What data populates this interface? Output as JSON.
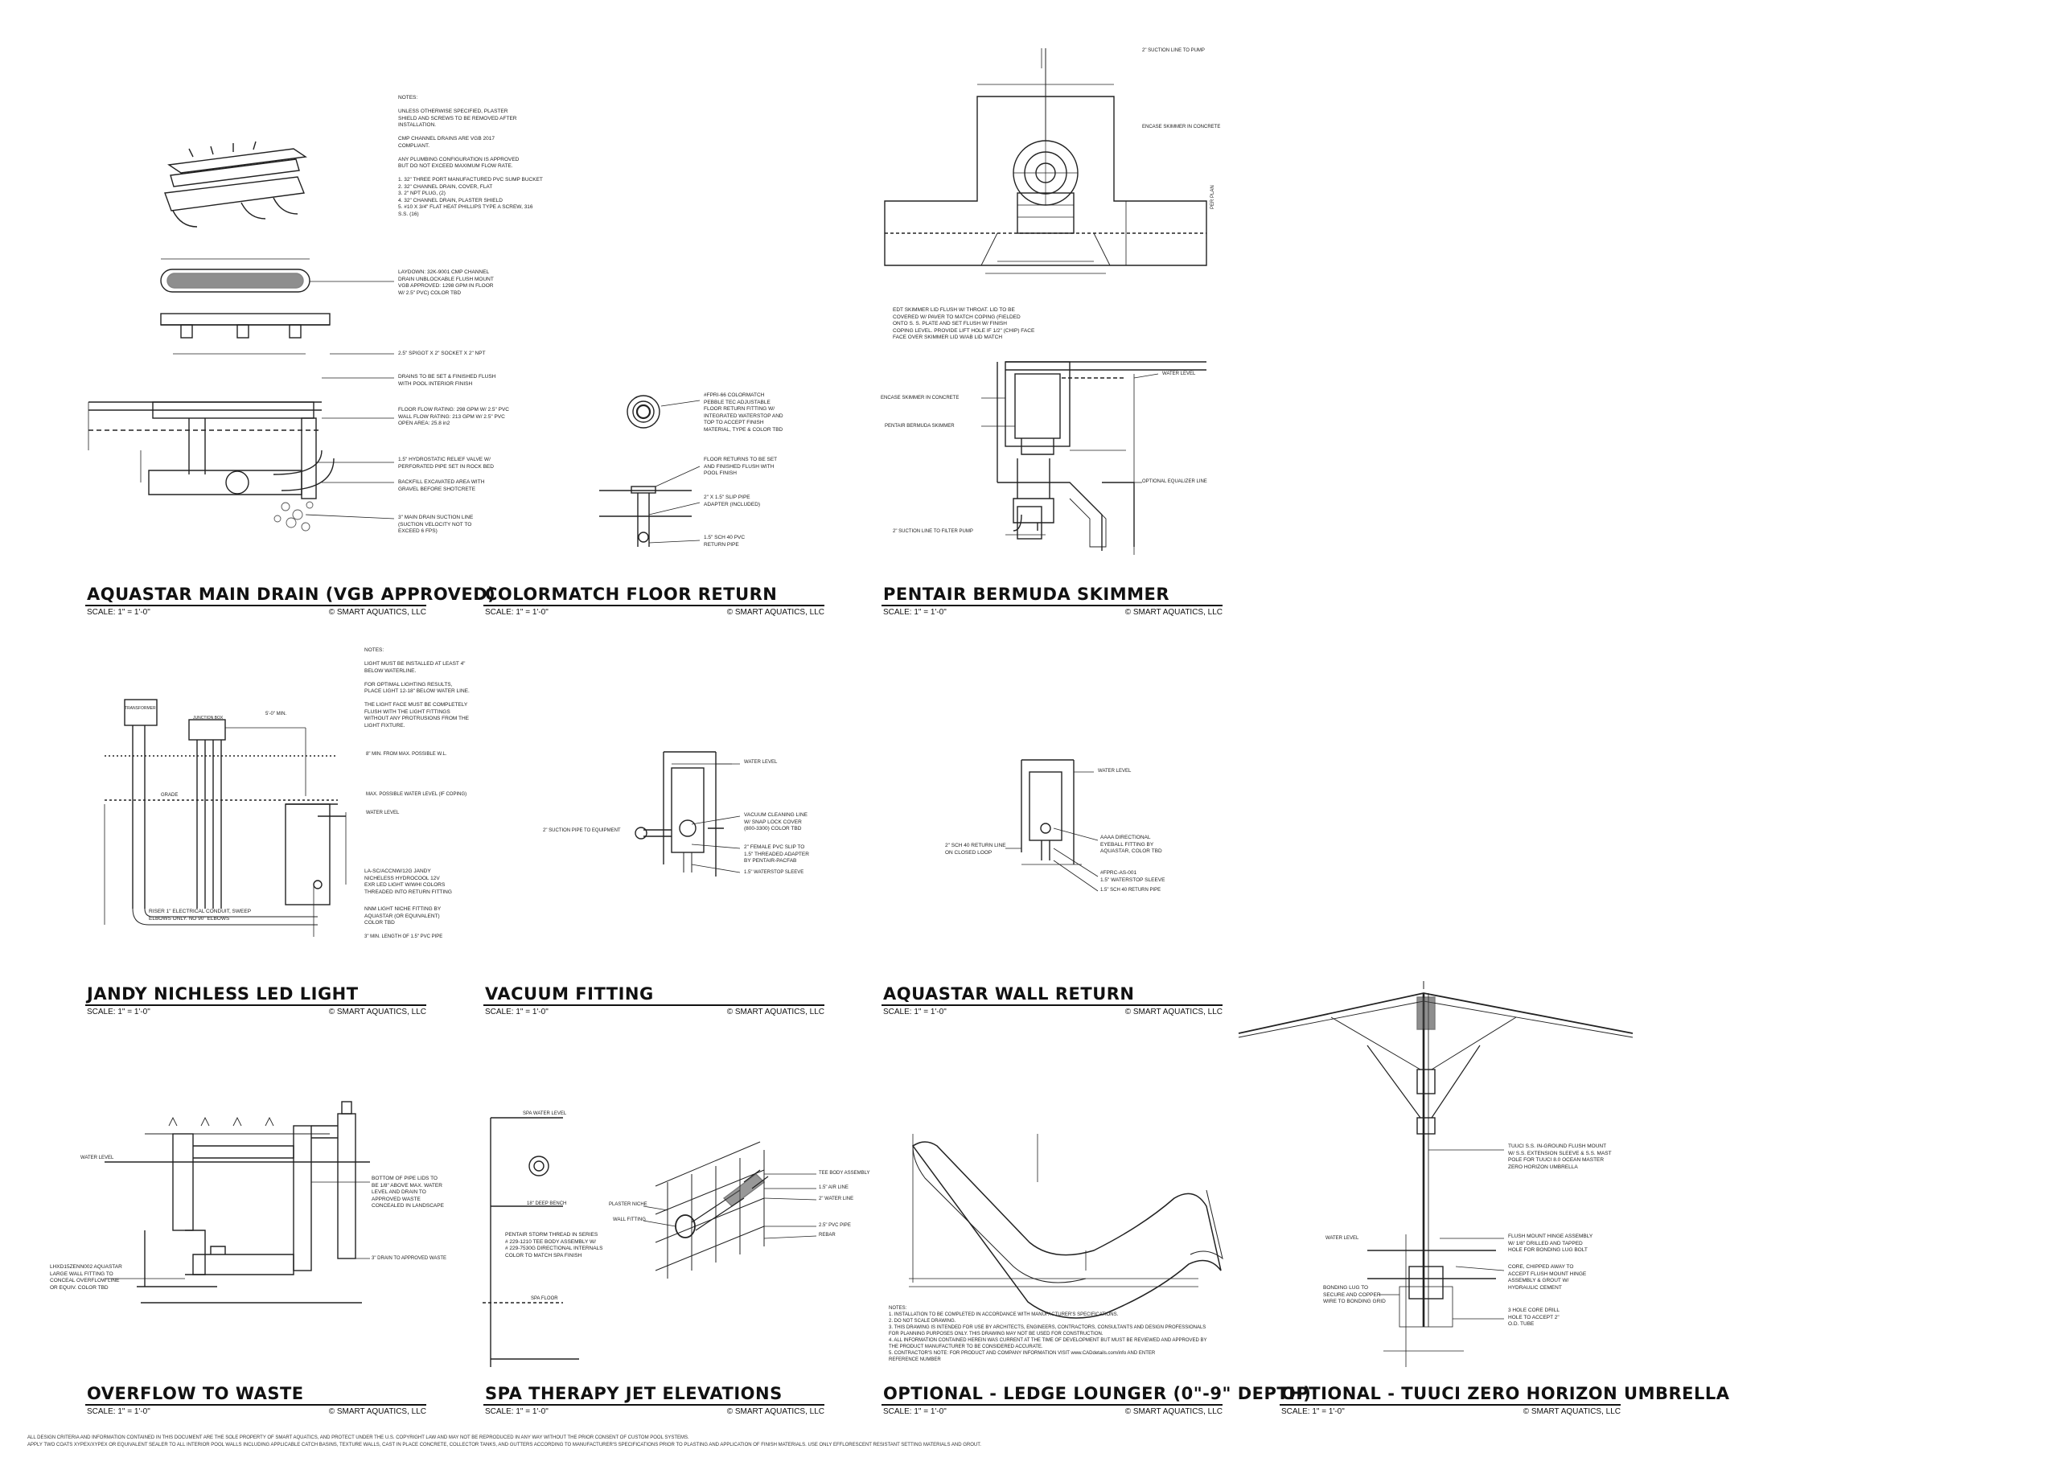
{
  "copyright": "© SMART AQUATICS, LLC",
  "details": [
    {
      "title": "AQUASTAR MAIN DRAIN (VGB APPROVED)",
      "scale": "SCALE: 1\" = 1'-0\""
    },
    {
      "title": "COLORMATCH FLOOR RETURN",
      "scale": "SCALE: 1\" = 1'-0\""
    },
    {
      "title": "PENTAIR BERMUDA SKIMMER",
      "scale": "SCALE: 1\" = 1'-0\""
    },
    {
      "title": "JANDY NICHLESS LED LIGHT",
      "scale": "SCALE: 1\" = 1'-0\""
    },
    {
      "title": "VACUUM FITTING",
      "scale": "SCALE: 1\" = 1'-0\""
    },
    {
      "title": "AQUASTAR WALL RETURN",
      "scale": "SCALE: 1\" = 1'-0\""
    },
    {
      "title": "OVERFLOW TO WASTE",
      "scale": "SCALE: 1\" = 1'-0\""
    },
    {
      "title": "SPA THERAPY JET ELEVATIONS",
      "scale": "SCALE: 1\" = 1'-0\""
    },
    {
      "title": "OPTIONAL - LEDGE LOUNGER (0\"-9\" DEPTH)",
      "scale": "SCALE: 1\" = 1'-0\""
    },
    {
      "title": "OPTIONAL - TUUCI ZERO HORIZON UMBRELLA",
      "scale": "SCALE: 1\" = 1'-0\""
    }
  ],
  "drain_notes": [
    "NOTES:",
    "UNLESS OTHERWISE SPECIFIED, PLASTER",
    "SHIELD AND SCREWS TO BE REMOVED AFTER",
    "INSTALLATION.",
    "CMP CHANNEL DRAINS ARE VGB 2017",
    "COMPLIANT.",
    "ANY PLUMBING CONFIGURATION IS APPROVED",
    "BUT DO NOT EXCEED MAXIMUM FLOW RATE.",
    "1. 32\" THREE PORT MANUFACTURED PVC SUMP BUCKET",
    "2. 32\" CHANNEL DRAIN, COVER, FLAT",
    "3. 2\" NPT PLUG, (2)",
    "4. 32\" CHANNEL DRAIN, PLASTER SHIELD",
    "5. #10 X 3/4\" FLAT HEAT PHILLIPS TYPE A SCREW, 316",
    "S.S. (16)"
  ],
  "drain_labels": [
    "LAYDOWN: 32K-9001 CMP CHANNEL",
    "DRAIN UNBLOCKABLE FLUSH MOUNT",
    "VGB APPROVED: 1298 GPM IN FLOOR",
    "W/ 2.5\" PVC) COLOR TBD",
    "2.5\" SPIGOT X 2\" SOCKET X 2\" NPT",
    "DRAINS TO BE SET & FINISHED FLUSH",
    "WITH POOL INTERIOR FINISH",
    "FLOOR FLOW RATING:  298 GPM W/ 2.5\" PVC",
    "WALL FLOW RATING:   213 GPM W/ 2.5\" PVC",
    "OPEN AREA:          25.8 in2",
    "1.5\" HYDROSTATIC RELIEF VALVE W/",
    "PERFORATED PIPE SET IN ROCK BED",
    "BACKFILL EXCAVATED AREA WITH",
    "GRAVEL BEFORE SHOTCRETE",
    "3\" MAIN DRAIN SUCTION LINE",
    "(SUCTION VELOCITY NOT TO",
    "EXCEED 6 FPS)"
  ],
  "return_labels": [
    "#FPRI-66 COLORMATCH",
    "PEBBLE TEC ADJUSTABLE",
    "FLOOR RETURN FITTING W/",
    "INTEGRATED WATERSTOP AND",
    "TOP TO ACCEPT FINISH",
    "MATERIAL, TYPE & COLOR TBD",
    "FLOOR RETURNS TO BE SET",
    "AND FINISHED FLUSH WITH",
    "POOL FINISH",
    "2\" X 1.5\" SLIP PIPE",
    "ADAPTER (INCLUDED)",
    "1.5\" SCH 40 PVC",
    "RETURN PIPE"
  ],
  "skimmer_labels": [
    "2\" SUCTION LINE TO PUMP",
    "ENCASE SKIMMER IN CONCRETE",
    "PER PLAN",
    "EDT SKIMMER LID FLUSH W/ THROAT. LID TO BE",
    "COVERED W/ PAVER TO MATCH COPING (FIELDED",
    "ONTO S. S. PLATE AND SET FLUSH W/ FINISH",
    "COPING LEVEL. PROVIDE LIFT HOLE IF 1/2\" (CHIP) FACE",
    "FACE OVER SKIMMER LID W/AB LID MATCH",
    "WATER LEVEL",
    "ENCASE SKIMMER IN CONCRETE",
    "PENTAIR BERMUDA SKIMMER",
    "OPTIONAL EQUALIZER LINE",
    "2\" SUCTION LINE TO FILTER PUMP"
  ],
  "light_notes": [
    "NOTES:",
    "LIGHT MUST BE INSTALLED AT LEAST 4\"",
    "BELOW WATERLINE.",
    "FOR OPTIMAL LIGHTING RESULTS,",
    "PLACE LIGHT 12-18\" BELOW WATER LINE.",
    "THE LIGHT FACE MUST BE COMPLETELY",
    "FLUSH WITH THE LIGHT FITTINGS",
    "WITHOUT ANY PROTRUSIONS FROM THE",
    "LIGHT FIXTURE."
  ],
  "light_labels": [
    "TRANSFORMER",
    "JUNCTION BOX",
    "5'-0\" MIN.",
    "8\" MIN. FROM MAX. POSSIBLE W.L.",
    "MAX. POSSIBLE WATER LEVEL (IF COPING)",
    "WATER LEVEL",
    "GRADE",
    "LA-SC/ACCNW/12G JANDY",
    "NICHELESS HYDROCOOL 12V",
    "EXR LED LIGHT W/WHI COLORS",
    "THREADED INTO RETURN FITTING",
    "NNM LIGHT NICHE FITTING BY",
    "AQUASTAR (OR EQUIVALENT)",
    "COLOR TBD",
    "3\" MIN. LENGTH OF 1.5\" PVC PIPE",
    "RISER 1\" ELECTRICAL CONDUIT, SWEEP",
    "ELBOWS ONLY. NO 90\" ELBOWS"
  ],
  "vacuum_labels": [
    "WATER LEVEL",
    "2\" SUCTION PIPE TO EQUIPMENT",
    "VACUUM CLEANING LINE",
    "W/ SNAP LOCK COVER",
    "(800-3300) COLOR TBD",
    "2\" FEMALE PVC SLIP TO",
    "1.5\" THREADED ADAPTER",
    "BY PENTAIR-PACFAB",
    "1.5\" WATERSTOP SLEEVE"
  ],
  "wall_return_labels": [
    "WATER LEVEL",
    "2\" SCH 40 RETURN LINE",
    "ON CLOSED LOOP",
    "AAAA DIRECTIONAL",
    "EYEBALL FITTING BY",
    "AQUASTAR, COLOR TBD",
    "#FPRC-AS-001",
    "1.5\" WATERSTOP SLEEVE",
    "1.5\" SCH 40 RETURN PIPE"
  ],
  "overflow_labels": [
    "WATER LEVEL",
    "BOTTOM OF PIPE LIDS TO",
    "BE 1/8\" ABOVE MAX. WATER",
    "LEVEL AND DRAIN TO",
    "APPROVED WASTE",
    "CONCEALED IN LANDSCAPE",
    "3\" DRAIN TO APPROVED WASTE",
    "LHXD15ZENN002 AQUASTAR",
    "LARGE WALL FITTING TO",
    "CONCEAL OVERFLOW LINE",
    "OR EQUIV. COLOR TBD"
  ],
  "spa_labels": [
    "SPA WATER LEVEL",
    "18\" DEEP BENCH",
    "PENTAIR STORM THREAD IN SERIES",
    "# 229-1210 TEE BODY ASSEMBLY W/",
    "# 229-7530G DIRECTIONAL INTERNALS",
    "COLOR TO MATCH SPA FINISH",
    "SPA FLOOR",
    "PLASTER NICHE",
    "WALL FITTING",
    "TEE BODY ASSEMBLY",
    "1.5\" AIR LINE",
    "2\" WATER LINE",
    "2.5\" PVC PIPE",
    "REBAR"
  ],
  "lounger_notes": [
    "NOTES:",
    "1. INSTALLATION TO BE COMPLETED IN ACCORDANCE WITH MANUFACTURER'S SPECIFICATIONS.",
    "2. DO NOT SCALE DRAWING.",
    "3. THIS DRAWING IS INTENDED FOR USE BY ARCHITECTS, ENGINEERS, CONTRACTORS, CONSULTANTS AND DESIGN PROFESSIONALS",
    "   FOR PLANNING PURPOSES ONLY. THIS DRAWING MAY NOT BE USED FOR CONSTRUCTION.",
    "4. ALL INFORMATION CONTAINED HEREIN WAS CURRENT AT THE TIME OF DEVELOPMENT BUT MUST BE REVIEWED AND APPROVED BY",
    "   THE PRODUCT MANUFACTURER TO BE CONSIDERED ACCURATE.",
    "5. CONTRACTOR'S NOTE: FOR PRODUCT AND COMPANY INFORMATION VISIT www.CADdetails.com/info AND ENTER",
    "   REFERENCE NUMBER"
  ],
  "umbrella_labels": [
    "TUUCI S.S. IN-GROUND FLUSH MOUNT",
    "W/ S.S. EXTENSION SLEEVE & S.S. MAST",
    "POLE FOR TUUCI 8.0 OCEAN MASTER",
    "ZERO HORIZON UMBRELLA",
    "WATER LEVEL",
    "FLUSH MOUNT HINGE ASSEMBLY",
    "W/ 1/8\" DRILLED AND TAPPED",
    "HOLE FOR BONDING LUG BOLT",
    "CORE, CHIPPED AWAY TO",
    "ACCEPT FLUSH MOUNT HINGE",
    "ASSEMBLY & GROUT W/",
    "HYDRAULIC CEMENT",
    "BONDING LUG TO",
    "SECURE AND COPPER",
    "WIRE TO BONDING GRID",
    "3 HOLE CORE DRILL",
    "HOLE TO ACCEPT 2\"",
    "O.D. TUBE"
  ],
  "footer": [
    "ALL DESIGN CRITERIA AND INFORMATION CONTAINED IN THIS DOCUMENT ARE THE SOLE PROPERTY OF SMART AQUATICS, AND PROTECT UNDER THE U.S. COPYRIGHT LAW AND MAY NOT BE REPRODUCED IN ANY WAY WITHOUT THE PRIOR CONSENT OF CUSTOM POOL SYSTEMS.",
    "APPLY TWO COATS XYPEX/XYPEX OR EQUIVALENT SEALER TO ALL INTERIOR POOL WALLS INCLUDING APPLICABLE CATCH BASINS, TEXTURE WALLS, CAST IN PLACE CONCRETE, COLLECTOR TANKS, AND GUTTERS ACCORDING TO MANUFACTURER'S SPECIFICATIONS PRIOR TO PLASTING AND APPLICATION OF FINISH MATERIALS. USE ONLY EFFLORESCENT RESISTANT SETTING MATERIALS AND GROUT."
  ]
}
